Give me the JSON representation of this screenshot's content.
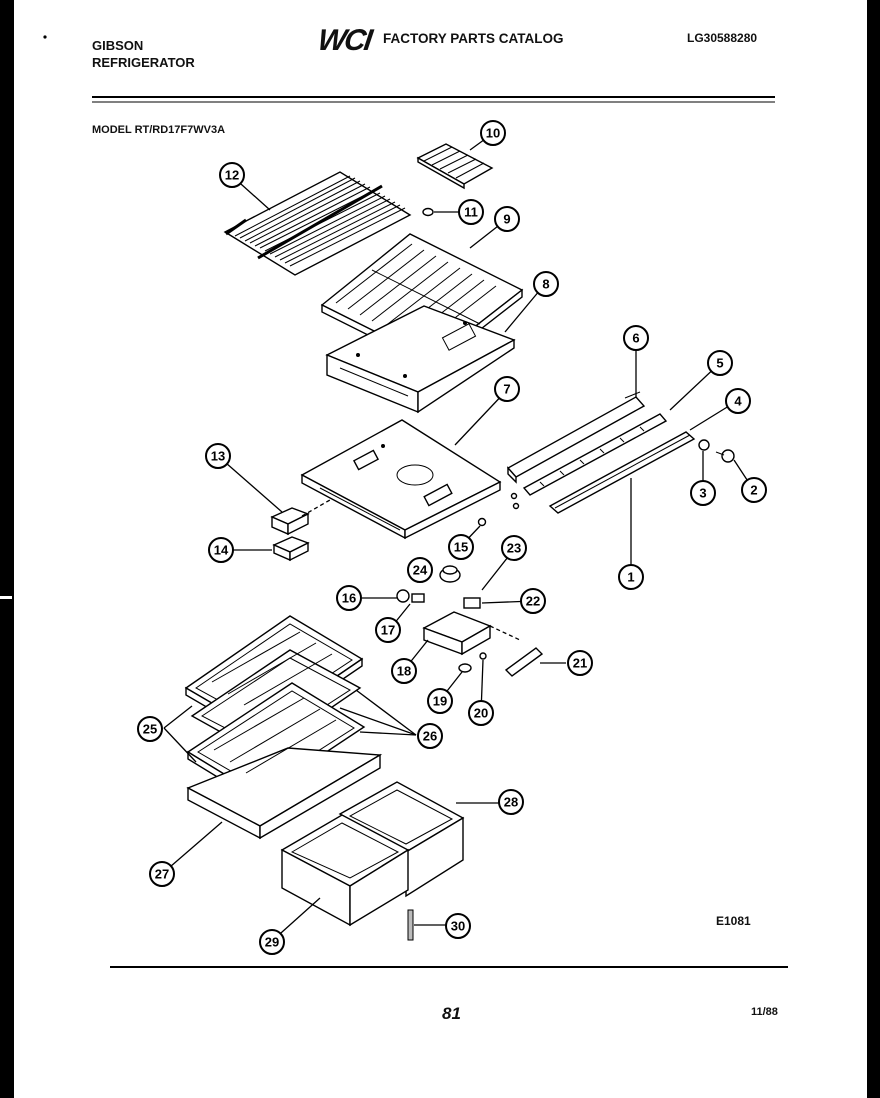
{
  "header": {
    "brand_line1": "GIBSON",
    "brand_line2": "REFRIGERATOR",
    "logo": "WCI",
    "catalog_title": "FACTORY PARTS CATALOG",
    "catalog_number": "LG30588280",
    "model": "MODEL RT/RD17F7WV3A"
  },
  "footer": {
    "diagram_code": "E1081",
    "page_number": "81",
    "date_code": "11/88"
  },
  "callouts": [
    "1",
    "2",
    "3",
    "4",
    "5",
    "6",
    "7",
    "8",
    "9",
    "10",
    "11",
    "12",
    "13",
    "14",
    "15",
    "16",
    "17",
    "18",
    "19",
    "20",
    "21",
    "22",
    "23",
    "24",
    "25",
    "26",
    "27",
    "28",
    "29",
    "30"
  ]
}
